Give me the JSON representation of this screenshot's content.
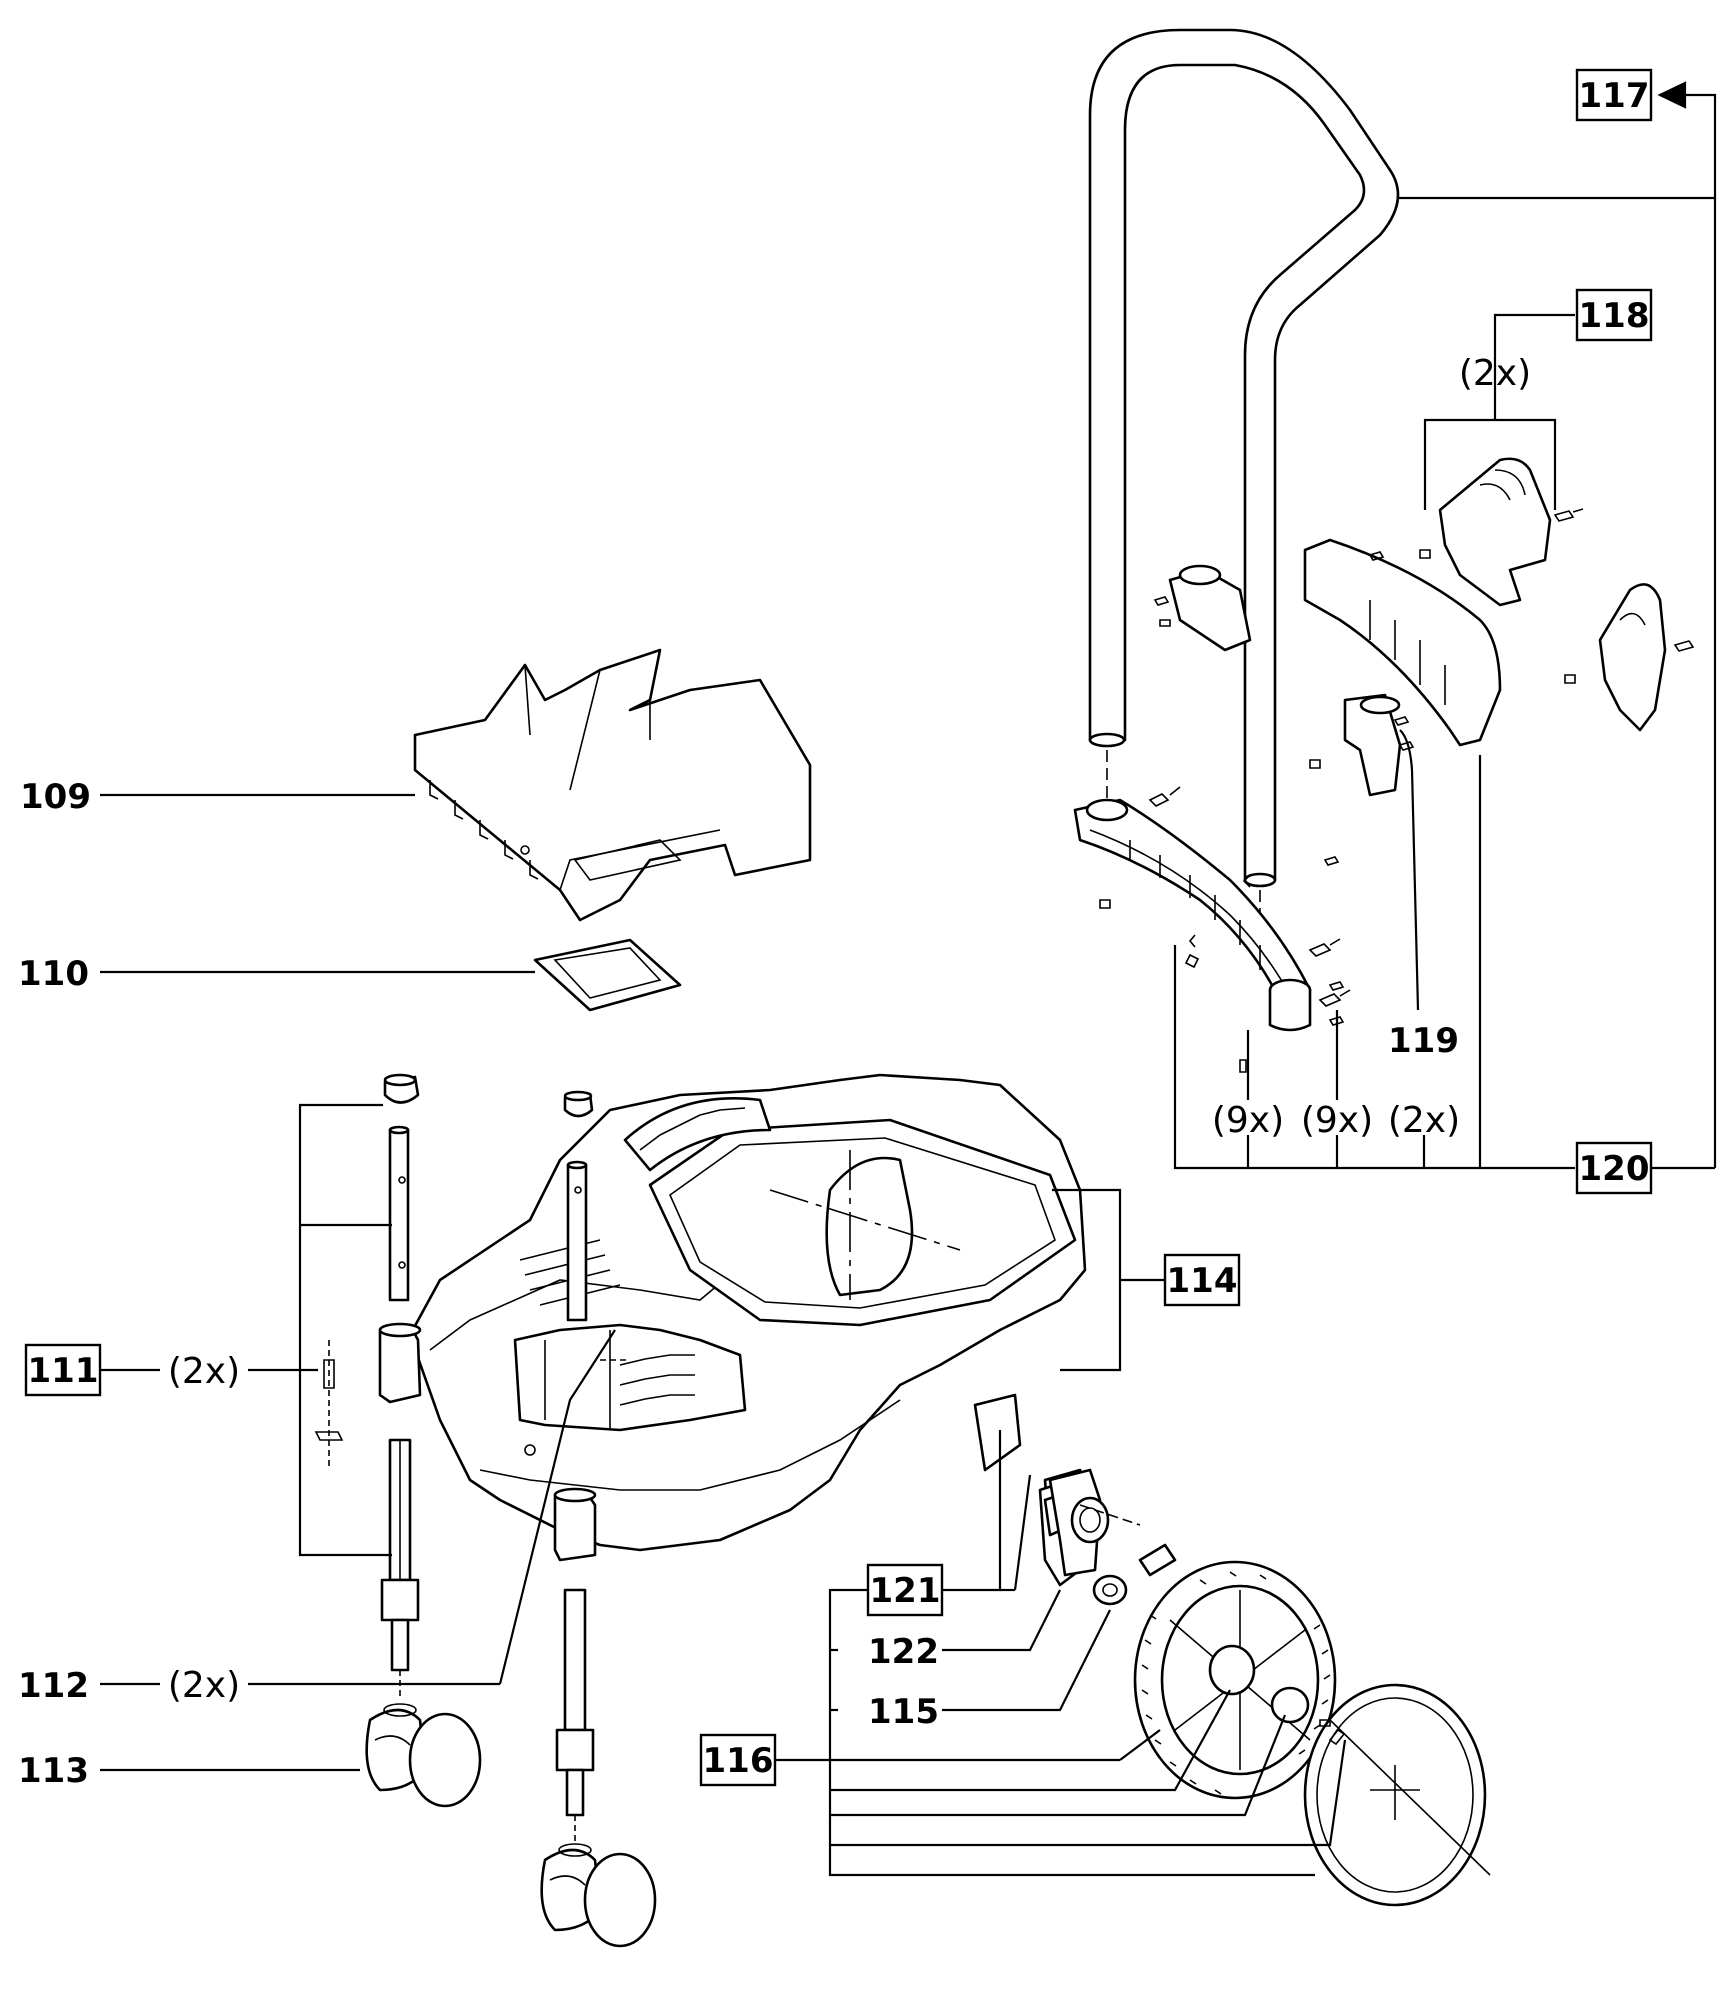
{
  "diagram": {
    "callouts": [
      {
        "id": "c109",
        "text": "109",
        "boxed": false
      },
      {
        "id": "c110",
        "text": "110",
        "boxed": false
      },
      {
        "id": "c111",
        "text": "111",
        "boxed": true
      },
      {
        "id": "c112",
        "text": "112",
        "boxed": false
      },
      {
        "id": "c113",
        "text": "113",
        "boxed": false
      },
      {
        "id": "c114",
        "text": "114",
        "boxed": true
      },
      {
        "id": "c115",
        "text": "115",
        "boxed": false
      },
      {
        "id": "c116",
        "text": "116",
        "boxed": true
      },
      {
        "id": "c117",
        "text": "117",
        "boxed": true
      },
      {
        "id": "c118",
        "text": "118",
        "boxed": true
      },
      {
        "id": "c119",
        "text": "119",
        "boxed": false
      },
      {
        "id": "c120",
        "text": "120",
        "boxed": true
      },
      {
        "id": "c121",
        "text": "121",
        "boxed": true
      },
      {
        "id": "c122",
        "text": "122",
        "boxed": false
      }
    ],
    "quantities": {
      "q111": "(2x)",
      "q112": "(2x)",
      "q118": "(2x)",
      "q120a": "(9x)",
      "q120b": "(9x)",
      "q120c": "(2x)"
    }
  }
}
